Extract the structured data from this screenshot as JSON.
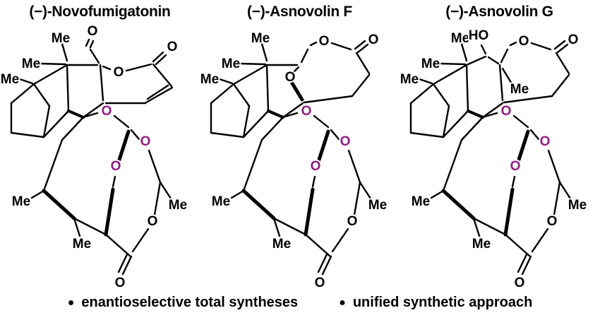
{
  "colors": {
    "background": "#ffffff",
    "bond": "#000000",
    "text": "#000000",
    "orthoester_oxygen": "#8e1c80"
  },
  "labels": {
    "me": "Me",
    "o": "O",
    "ho": "HO"
  },
  "compounds": [
    {
      "name": "(−)-Novofumigatonin"
    },
    {
      "name": "(−)-Asnovolin F"
    },
    {
      "name": "(−)-Asnovolin G"
    }
  ],
  "footer": {
    "items": [
      {
        "bullet": "●",
        "text": "enantioselective total syntheses"
      },
      {
        "bullet": "●",
        "text": "unified synthetic approach"
      }
    ]
  }
}
